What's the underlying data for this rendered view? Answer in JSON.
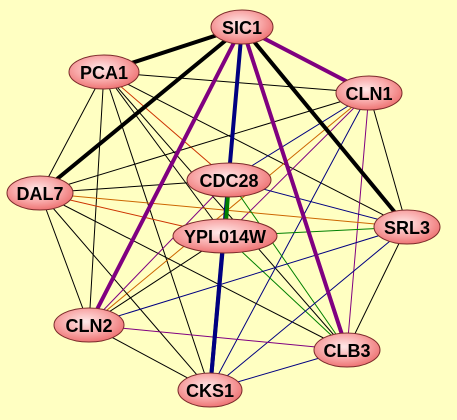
{
  "colors": {
    "background": "#ffffc2",
    "node_fill_center": "#ffe8e8",
    "node_fill_edge": "#f07070",
    "node_stroke": "#7a2a2a"
  },
  "nodes": [
    {
      "id": "SIC1",
      "label": "SIC1"
    },
    {
      "id": "PCA1",
      "label": "PCA1"
    },
    {
      "id": "CLN1",
      "label": "CLN1"
    },
    {
      "id": "CDC28",
      "label": "CDC28"
    },
    {
      "id": "DAL7",
      "label": "DAL7"
    },
    {
      "id": "YPL014W",
      "label": "YPL014W"
    },
    {
      "id": "SRL3",
      "label": "SRL3"
    },
    {
      "id": "CLN2",
      "label": "CLN2"
    },
    {
      "id": "CLB3",
      "label": "CLB3"
    },
    {
      "id": "CKS1",
      "label": "CKS1"
    }
  ],
  "edges": [
    {
      "a": "SIC1",
      "b": "PCA1",
      "color": "#000000",
      "weight": "thick"
    },
    {
      "a": "SIC1",
      "b": "DAL7",
      "color": "#000000",
      "weight": "thick"
    },
    {
      "a": "SIC1",
      "b": "SRL3",
      "color": "#000000",
      "weight": "thick"
    },
    {
      "a": "SIC1",
      "b": "CLN1",
      "color": "#800080",
      "weight": "thick"
    },
    {
      "a": "SIC1",
      "b": "CLN2",
      "color": "#800080",
      "weight": "thick"
    },
    {
      "a": "SIC1",
      "b": "CLB3",
      "color": "#800080",
      "weight": "thick"
    },
    {
      "a": "SIC1",
      "b": "CKS1",
      "color": "#000080",
      "weight": "thick"
    },
    {
      "a": "SIC1",
      "b": "CDC28",
      "color": "#000000",
      "weight": "thin"
    },
    {
      "a": "SIC1",
      "b": "YPL014W",
      "color": "#000000",
      "weight": "thin"
    },
    {
      "a": "CDC28",
      "b": "CKS1",
      "color": "#000080",
      "weight": "thick"
    },
    {
      "a": "CDC28",
      "b": "YPL014W",
      "color": "#008000",
      "weight": "thick"
    },
    {
      "a": "PCA1",
      "b": "CLN1",
      "color": "#000000",
      "weight": "thin"
    },
    {
      "a": "PCA1",
      "b": "DAL7",
      "color": "#000000",
      "weight": "thin"
    },
    {
      "a": "PCA1",
      "b": "CDC28",
      "color": "#cc3300",
      "weight": "thin"
    },
    {
      "a": "PCA1",
      "b": "YPL014W",
      "color": "#000000",
      "weight": "thin"
    },
    {
      "a": "PCA1",
      "b": "SRL3",
      "color": "#000000",
      "weight": "thin"
    },
    {
      "a": "PCA1",
      "b": "CLN2",
      "color": "#000000",
      "weight": "thin"
    },
    {
      "a": "PCA1",
      "b": "CLB3",
      "color": "#000000",
      "weight": "thin"
    },
    {
      "a": "PCA1",
      "b": "CKS1",
      "color": "#000000",
      "weight": "thin"
    },
    {
      "a": "CLN1",
      "b": "DAL7",
      "color": "#000000",
      "weight": "thin"
    },
    {
      "a": "CLN1",
      "b": "CDC28",
      "color": "#000080",
      "weight": "thin"
    },
    {
      "a": "CLN1",
      "b": "YPL014W",
      "color": "#800080",
      "weight": "thin"
    },
    {
      "a": "CLN1",
      "b": "SRL3",
      "color": "#000000",
      "weight": "thin"
    },
    {
      "a": "CLN1",
      "b": "CLN2",
      "color": "#cc6600",
      "weight": "thin"
    },
    {
      "a": "CLN1",
      "b": "CLB3",
      "color": "#800080",
      "weight": "thin"
    },
    {
      "a": "CLN1",
      "b": "CKS1",
      "color": "#000080",
      "weight": "thin"
    },
    {
      "a": "DAL7",
      "b": "CDC28",
      "color": "#000000",
      "weight": "thin"
    },
    {
      "a": "DAL7",
      "b": "YPL014W",
      "color": "#cc3300",
      "weight": "thin"
    },
    {
      "a": "DAL7",
      "b": "SRL3",
      "color": "#cc6600",
      "weight": "thin"
    },
    {
      "a": "DAL7",
      "b": "CLN2",
      "color": "#000000",
      "weight": "thin"
    },
    {
      "a": "DAL7",
      "b": "CLB3",
      "color": "#000000",
      "weight": "thin"
    },
    {
      "a": "DAL7",
      "b": "CKS1",
      "color": "#000000",
      "weight": "thin"
    },
    {
      "a": "CDC28",
      "b": "SRL3",
      "color": "#000080",
      "weight": "thin"
    },
    {
      "a": "CDC28",
      "b": "CLN2",
      "color": "#800080",
      "weight": "thin"
    },
    {
      "a": "CDC28",
      "b": "CLB3",
      "color": "#008000",
      "weight": "thin"
    },
    {
      "a": "YPL014W",
      "b": "SRL3",
      "color": "#008000",
      "weight": "thin"
    },
    {
      "a": "YPL014W",
      "b": "CLN2",
      "color": "#000000",
      "weight": "thin"
    },
    {
      "a": "YPL014W",
      "b": "CLB3",
      "color": "#008000",
      "weight": "thin"
    },
    {
      "a": "SRL3",
      "b": "CLN2",
      "color": "#000080",
      "weight": "thin"
    },
    {
      "a": "SRL3",
      "b": "CLB3",
      "color": "#000000",
      "weight": "thin"
    },
    {
      "a": "SRL3",
      "b": "CKS1",
      "color": "#000080",
      "weight": "thin"
    },
    {
      "a": "CLN2",
      "b": "CLB3",
      "color": "#800080",
      "weight": "thin"
    },
    {
      "a": "CLN2",
      "b": "CKS1",
      "color": "#000000",
      "weight": "thin"
    },
    {
      "a": "CLB3",
      "b": "CKS1",
      "color": "#000080",
      "weight": "thin"
    }
  ]
}
